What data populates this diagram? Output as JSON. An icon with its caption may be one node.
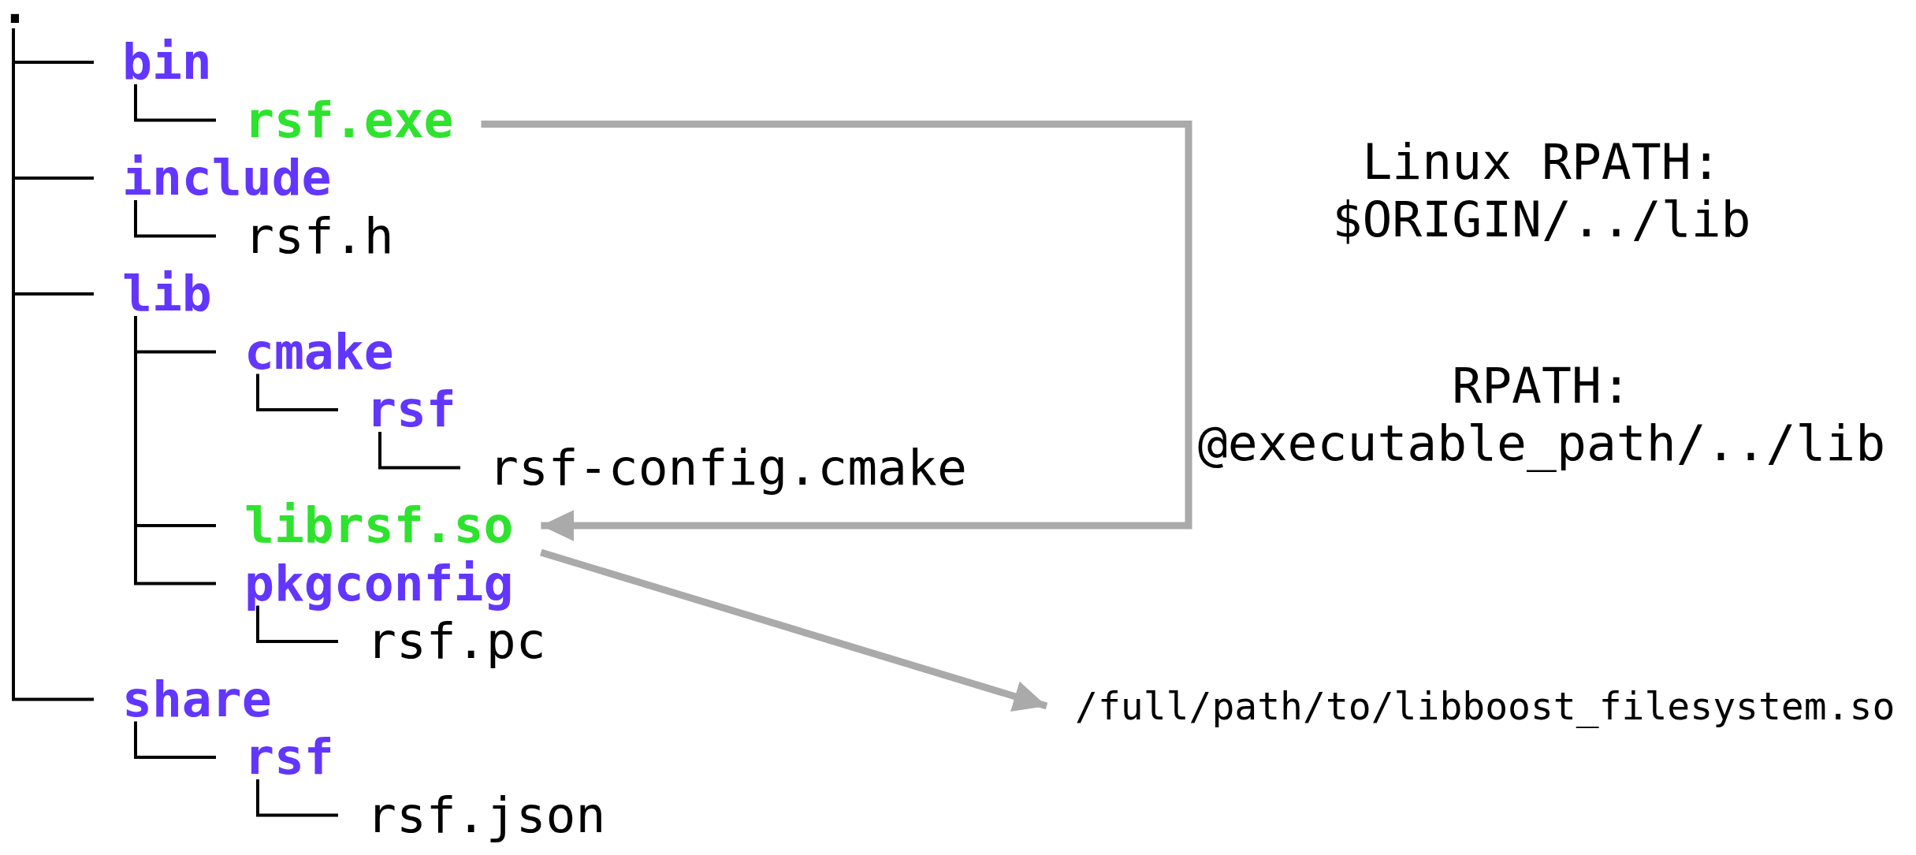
{
  "diagram": {
    "nodes": [
      {
        "text": [
          "."
        ]
      },
      {
        "text": [
          "bin"
        ]
      },
      {
        "text": [
          "rsf.exe"
        ]
      },
      {
        "text": [
          "include"
        ]
      },
      {
        "text": [
          "rsf.h"
        ]
      },
      {
        "text": [
          "lib"
        ]
      },
      {
        "text": [
          "cmake"
        ]
      },
      {
        "text": [
          "rsf"
        ]
      },
      {
        "text": [
          "rsf-config.cmake"
        ]
      },
      {
        "text": [
          "librsf.so"
        ]
      },
      {
        "text": [
          "pkgconfig"
        ]
      },
      {
        "text": [
          "rsf.pc"
        ]
      },
      {
        "text": [
          "share"
        ]
      },
      {
        "text": [
          "rsf"
        ]
      },
      {
        "text": [
          "rsf.json"
        ]
      },
      {
        "text": [
          "/full/path/to/libboost_filesystem.so"
        ]
      }
    ],
    "edges": [
      {
        "from": 0,
        "to": 1,
        "arrow": "none"
      },
      {
        "from": 1,
        "to": 2,
        "arrow": "none"
      },
      {
        "from": 0,
        "to": 3,
        "arrow": "none"
      },
      {
        "from": 3,
        "to": 4,
        "arrow": "none"
      },
      {
        "from": 0,
        "to": 5,
        "arrow": "none"
      },
      {
        "from": 5,
        "to": 6,
        "arrow": "none"
      },
      {
        "from": 6,
        "to": 7,
        "arrow": "none"
      },
      {
        "from": 7,
        "to": 8,
        "arrow": "none"
      },
      {
        "from": 5,
        "to": 9,
        "arrow": "none"
      },
      {
        "from": 5,
        "to": 10,
        "arrow": "none"
      },
      {
        "from": 10,
        "to": 11,
        "arrow": "none"
      },
      {
        "from": 0,
        "to": 12,
        "arrow": "none"
      },
      {
        "from": 12,
        "to": 13,
        "arrow": "none"
      },
      {
        "from": 13,
        "to": 14,
        "arrow": "none"
      },
      {
        "from": 2,
        "to": 9,
        "arrow": "to",
        "style": "thick",
        "color": "#aaaaaa"
      },
      {
        "from": 9,
        "to": 15,
        "arrow": "to",
        "style": "thick",
        "color": "#aaaaaa"
      }
    ],
    "labels": [
      "Linux RPATH: $ORIGIN/../lib",
      "RPATH: @executable_path/../lib"
    ]
  }
}
